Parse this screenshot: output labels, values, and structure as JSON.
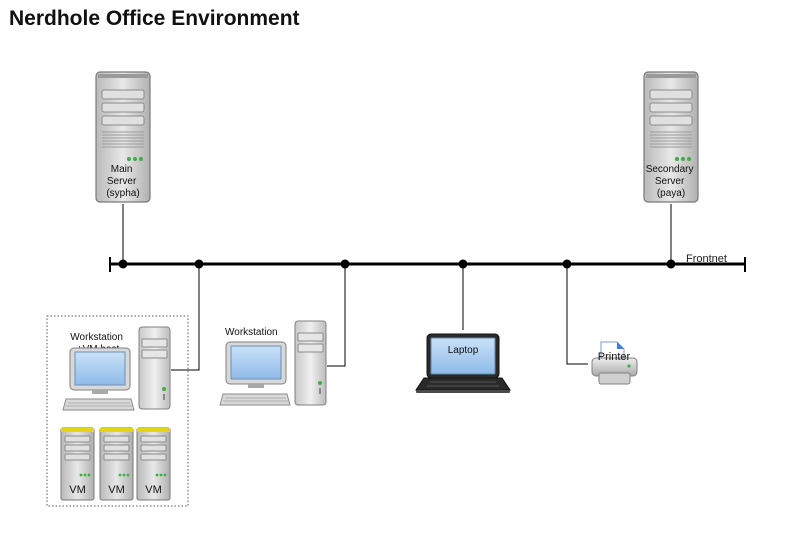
{
  "title": "Nerdhole Office Environment",
  "network": {
    "label": "Frontnet"
  },
  "nodes": {
    "main_server": {
      "lines": [
        "Main",
        "Server",
        "(sypha)"
      ]
    },
    "secondary_server": {
      "lines": [
        "Secondary",
        "Server",
        "(paya)"
      ]
    },
    "workstation_vm_host": {
      "lines": [
        "Workstation",
        "+VM host"
      ]
    },
    "workstation": {
      "label": "Workstation"
    },
    "laptop": {
      "label": "Laptop"
    },
    "printer": {
      "label": "Printer"
    },
    "vms": [
      {
        "label": "VM"
      },
      {
        "label": "VM"
      },
      {
        "label": "VM"
      }
    ]
  },
  "colors": {
    "network_line": "#000000",
    "server_body": "#d4d4d4",
    "server_border": "#7a7a7a",
    "led": "#3cb043",
    "vm_top": "#e6d319",
    "screen": "#a9cdf2",
    "laptop_body": "#2a2a2a"
  }
}
